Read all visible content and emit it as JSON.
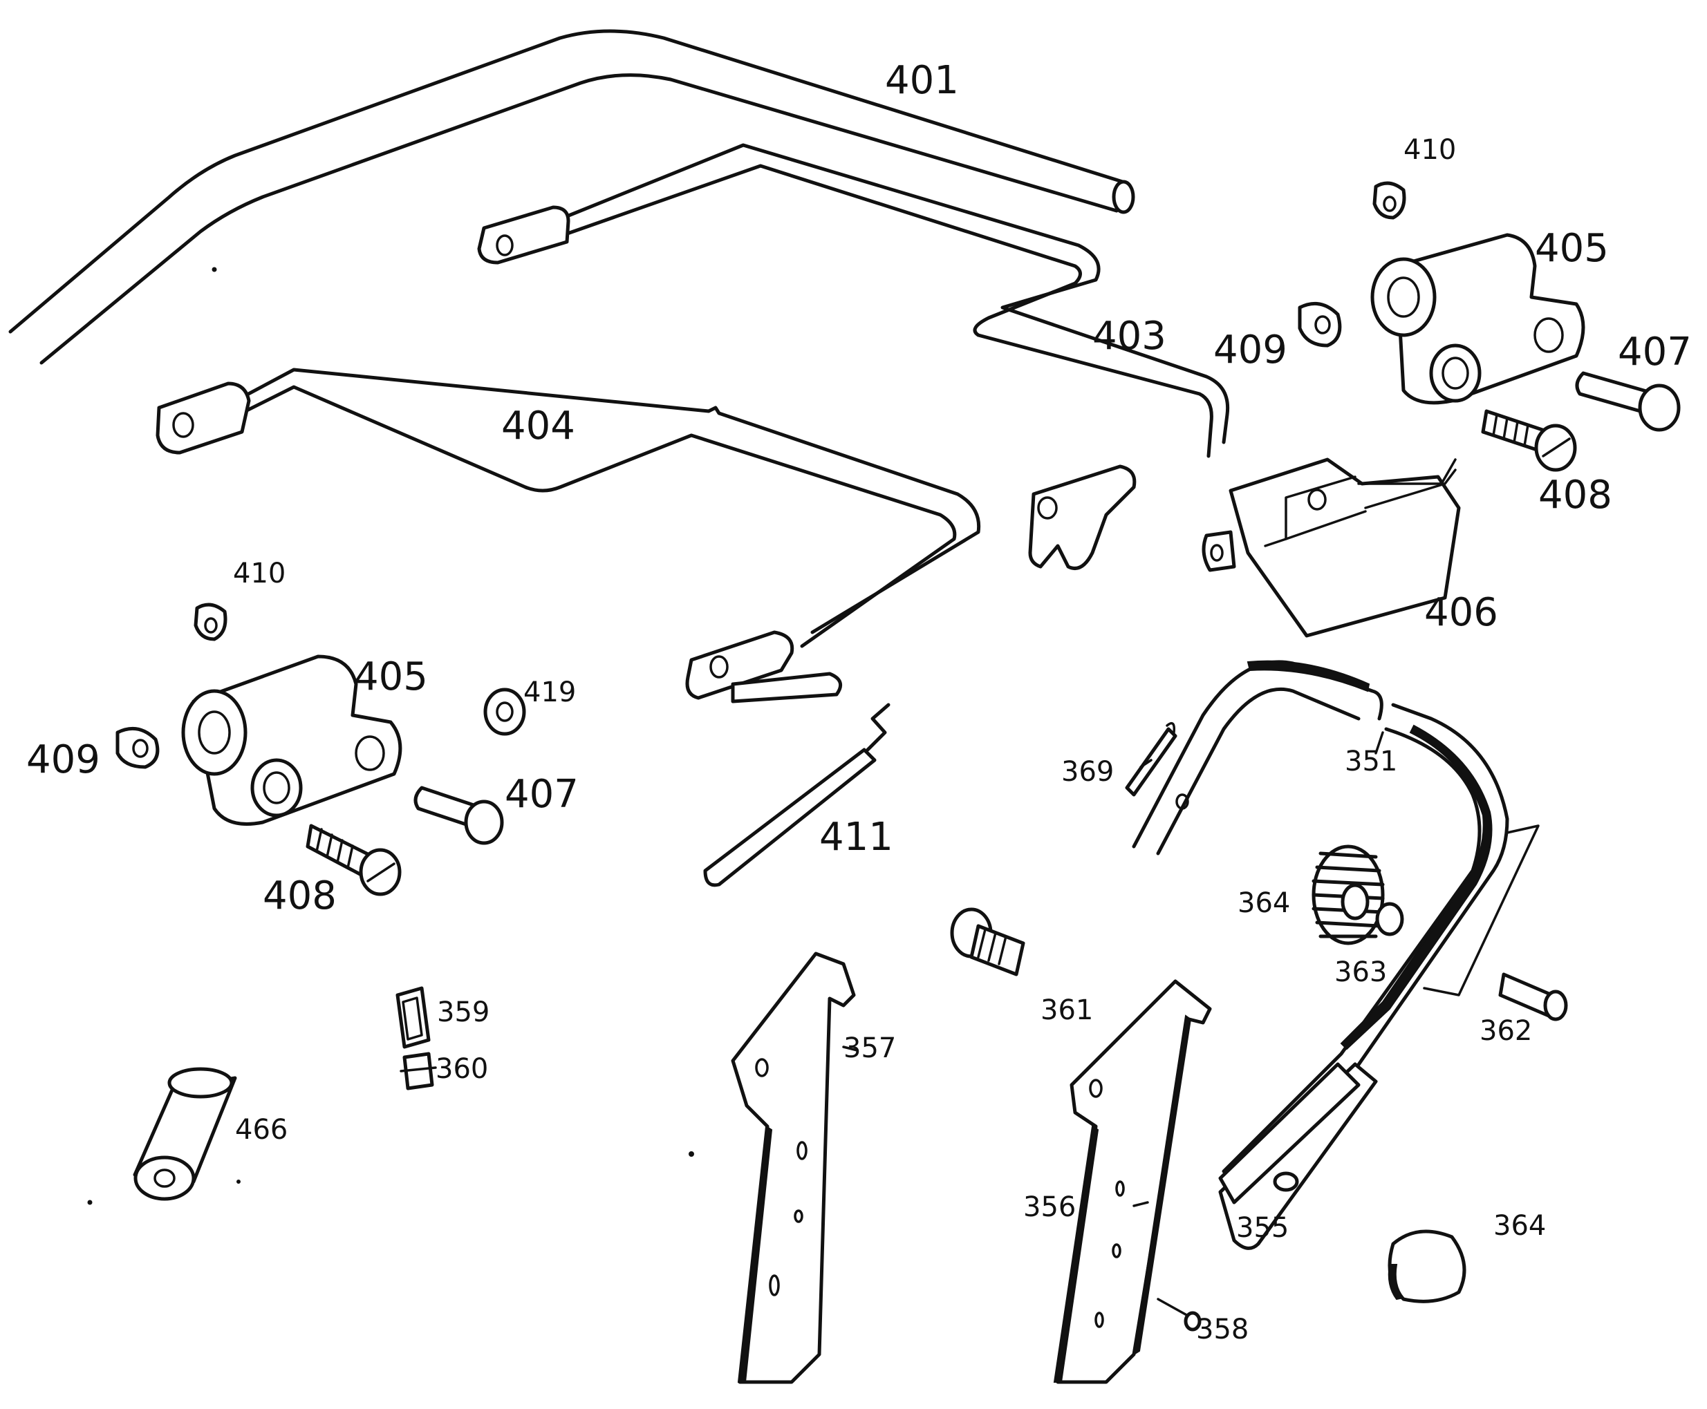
{
  "part_labels": {
    "p401": "401",
    "p403": "403",
    "p404": "404",
    "p405a": "405",
    "p405b": "405",
    "p406": "406",
    "p407a": "407",
    "p407b": "407",
    "p408a": "408",
    "p408b": "408",
    "p409a": "409",
    "p409b": "409",
    "p410a": "410",
    "p410b": "410",
    "p411": "411",
    "p419": "419",
    "p351": "351",
    "p355": "355",
    "p356": "356",
    "p357": "357",
    "p358": "358",
    "p359": "359",
    "p360": "360",
    "p361": "361",
    "p362": "362",
    "p363": "363",
    "p364a": "364",
    "p364b": "364",
    "p369": "369",
    "p466": "466"
  }
}
